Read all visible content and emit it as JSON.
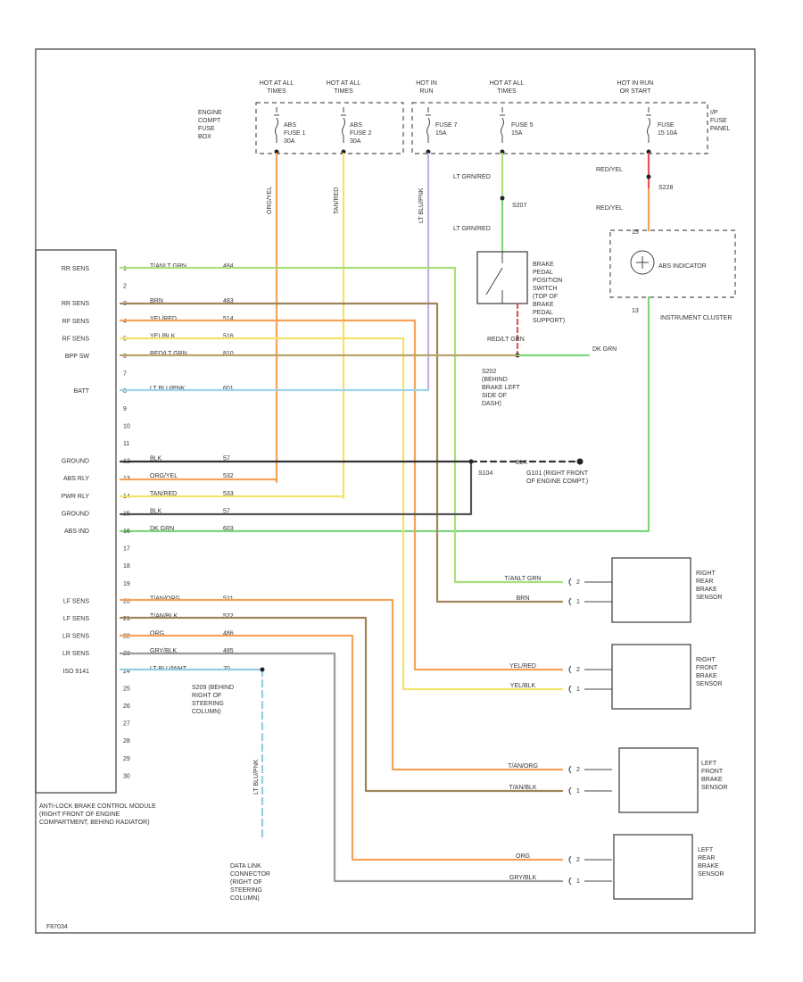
{
  "colors": {
    "orange": "#f5a35a",
    "yellow": "#f2e36a",
    "green": "#7ed67e",
    "lightblue": "#9fd3ea",
    "purple": "#c3b0e8",
    "black": "#333333",
    "tan": "#b9a56a",
    "gray": "#9a9a9a",
    "lime": "#a9e07a",
    "red": "#e55555",
    "teal": "#8fcfe0",
    "brown": "#a0855a"
  },
  "sources": {
    "s1": {
      "hot": "HOT AT ALL TIMES",
      "fuse": "ABS FUSE 1 30A",
      "left": "ENGINE COMPT FUSE BOX"
    },
    "s2": {
      "hot": "HOT AT ALL TIMES",
      "fuse": "ABS FUSE 2 30A"
    },
    "s3": {
      "hot": "HOT IN RUN",
      "fuse": "FUSE 7 15A"
    },
    "s4": {
      "hot": "HOT AT ALL TIMES",
      "fuse": "FUSE 5 15A"
    },
    "s5": {
      "hot": "HOT IN RUN OR START",
      "fuse": "FUSE 15 10A",
      "right": "I/P FUSE PANEL"
    }
  },
  "wire_labels": {
    "org_yel": "ORG/YEL",
    "tan_red": "TAN/RED",
    "lt_blu_pnk": "LT BLU/PNK",
    "lt_grn_red_1": "LT GRN/RED",
    "lt_grn_red_2": "LT GRN/RED",
    "red_yel_1": "RED/YEL",
    "red_yel_2": "RED/YEL",
    "red_lt_grn": "RED/LT GRN",
    "dk_grn": "DK GRN",
    "lt_blu_pnk_dlc": "LT BLU/PNK",
    "blk": "BLK"
  },
  "splices": {
    "s207": "S207",
    "s228": "S228",
    "s202": "S202 (BEHIND BRAKE LEFT SIDE OF DASH)",
    "s104": "S104",
    "g101": "G101 (RIGHT FRONT OF ENGINE COMPT.)",
    "s209": "S209 (BEHIND RIGHT OF STEERING COLUMN)"
  },
  "components": {
    "brake_switch": "BRAKE PEDAL POSITION SWITCH (TOP OF BRAKE PEDAL SUPPORT)",
    "abs_indicator": "ABS INDICATOR",
    "instrument_cluster": "INSTRUMENT CLUSTER",
    "ic_pin_top": "15",
    "ic_pin_bottom": "13",
    "module_title": "ANTI-LOCK BRAKE CONTROL MODULE (RIGHT FRONT OF ENGINE COMPARTMENT, BEHIND RADIATOR)",
    "dlc": "DATA LINK CONNECTOR (RIGHT OF STEERING COLUMN)",
    "rr_sensor": "RIGHT REAR BRAKE SENSOR",
    "rf_sensor": "RIGHT FRONT BRAKE SENSOR",
    "lf_sensor": "LEFT FRONT BRAKE SENSOR",
    "lr_sensor": "LEFT REAR BRAKE SENSOR",
    "footer": "F87034"
  },
  "module_rows": [
    {
      "label": "RR SENS",
      "pin": "1",
      "wire": "T/ANLT GRN",
      "circuit": "484"
    },
    {
      "label": "",
      "pin": "2",
      "wire": "",
      "circuit": ""
    },
    {
      "label": "RR SENS",
      "pin": "3",
      "wire": "BRN",
      "circuit": "483"
    },
    {
      "label": "RF SENS",
      "pin": "4",
      "wire": "YEL/RED",
      "circuit": "514"
    },
    {
      "label": "RF SENS",
      "pin": "5",
      "wire": "YEL/BLK",
      "circuit": "516"
    },
    {
      "label": "BPP SW",
      "pin": "6",
      "wire": "RED/LT GRN",
      "circuit": "810"
    },
    {
      "label": "",
      "pin": "7",
      "wire": "",
      "circuit": ""
    },
    {
      "label": "BATT",
      "pin": "8",
      "wire": "LT BLU/PNK",
      "circuit": "601"
    },
    {
      "label": "",
      "pin": "9",
      "wire": "",
      "circuit": ""
    },
    {
      "label": "",
      "pin": "10",
      "wire": "",
      "circuit": ""
    },
    {
      "label": "",
      "pin": "11",
      "wire": "",
      "circuit": ""
    },
    {
      "label": "GROUND",
      "pin": "12",
      "wire": "BLK",
      "circuit": "57"
    },
    {
      "label": "ABS RLY",
      "pin": "13",
      "wire": "ORG/YEL",
      "circuit": "532"
    },
    {
      "label": "PWR RLY",
      "pin": "14",
      "wire": "TAN/RED",
      "circuit": "533"
    },
    {
      "label": "GROUND",
      "pin": "15",
      "wire": "BLK",
      "circuit": "57"
    },
    {
      "label": "ABS IND",
      "pin": "16",
      "wire": "DK GRN",
      "circuit": "603"
    },
    {
      "label": "",
      "pin": "17",
      "wire": "",
      "circuit": ""
    },
    {
      "label": "",
      "pin": "18",
      "wire": "",
      "circuit": ""
    },
    {
      "label": "",
      "pin": "19",
      "wire": "",
      "circuit": ""
    },
    {
      "label": "LF SENS",
      "pin": "20",
      "wire": "T/AN/ORG",
      "circuit": "521"
    },
    {
      "label": "LF SENS",
      "pin": "21",
      "wire": "T/AN/BLK",
      "circuit": "522"
    },
    {
      "label": "LR SENS",
      "pin": "22",
      "wire": "ORG",
      "circuit": "486"
    },
    {
      "label": "LR SENS",
      "pin": "23",
      "wire": "GRY/BLK",
      "circuit": "485"
    },
    {
      "label": "ISO 9141",
      "pin": "24",
      "wire": "LT BLU/WHT",
      "circuit": "70"
    },
    {
      "label": "",
      "pin": "25",
      "wire": "",
      "circuit": ""
    },
    {
      "label": "",
      "pin": "26",
      "wire": "",
      "circuit": ""
    },
    {
      "label": "",
      "pin": "27",
      "wire": "",
      "circuit": ""
    },
    {
      "label": "",
      "pin": "28",
      "wire": "",
      "circuit": ""
    },
    {
      "label": "",
      "pin": "29",
      "wire": "",
      "circuit": ""
    },
    {
      "label": "",
      "pin": "30",
      "wire": "",
      "circuit": ""
    }
  ],
  "sensor_wires": [
    {
      "wire": "T/ANLT GRN",
      "pin": "2"
    },
    {
      "wire": "BRN",
      "pin": "1"
    },
    {
      "wire": "YEL/RED",
      "pin": "2"
    },
    {
      "wire": "YEL/BLK",
      "pin": "1"
    },
    {
      "wire": "T/AN/ORG",
      "pin": "2"
    },
    {
      "wire": "T/AN/BLK",
      "pin": "1"
    },
    {
      "wire": "ORG",
      "pin": "2"
    },
    {
      "wire": "GRY/BLK",
      "pin": "1"
    }
  ]
}
